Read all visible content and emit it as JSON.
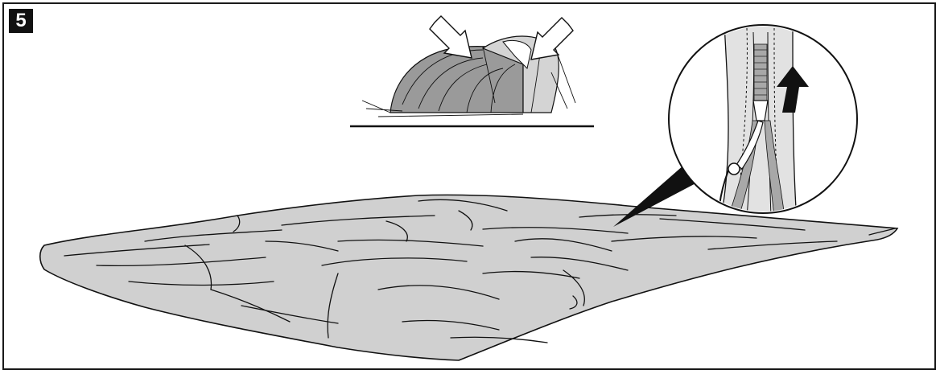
{
  "step": {
    "number": "5"
  },
  "colors": {
    "frame": "#1a1a1a",
    "badge_bg": "#111111",
    "badge_text": "#ffffff",
    "fabric_fill": "#d0d0d0",
    "tent_fill_dark": "#9a9a9a",
    "tent_fill_light": "#d4d4d4",
    "detail_fill": "#e2e2e2"
  },
  "illustration": {
    "tent": "tent-overview",
    "callout_arrows": [
      "arrow-down-right-icon",
      "arrow-down-left-icon"
    ],
    "zipper_detail": "zipper-closeup",
    "zipper_direction": "arrow-up-icon",
    "groundsheet": "flattened-tent-fabric"
  }
}
